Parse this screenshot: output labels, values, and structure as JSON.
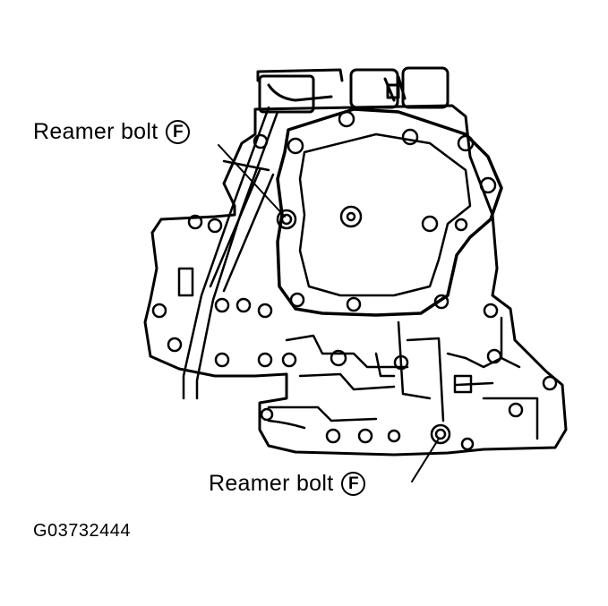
{
  "callouts": [
    {
      "label": "Reamer bolt",
      "badge": "F"
    },
    {
      "label": "Reamer bolt",
      "badge": "F"
    }
  ],
  "figure_code": "G03732444"
}
